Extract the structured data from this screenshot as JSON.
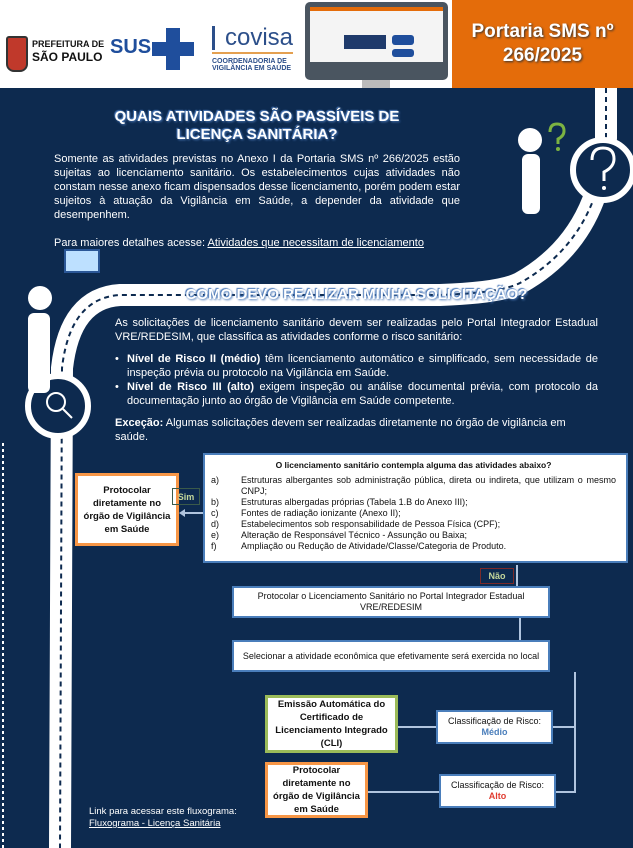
{
  "header": {
    "prefeitura": {
      "line1": "PREFEITURA DE",
      "line2": "SÃO PAULO"
    },
    "sus": "SUS",
    "covisa": {
      "name": "covisa",
      "line1": "COORDENADORIA DE",
      "line2": "VIGILÂNCIA EM SAÚDE"
    },
    "portaria": {
      "line1": "Portaria SMS nº",
      "line2": "266/2025"
    }
  },
  "section1": {
    "title": "QUAIS ATIVIDADES SÃO PASSÍVEIS DE LICENÇA SANITÁRIA?",
    "body": "Somente as atividades previstas no Anexo I da Portaria SMS nº 266/2025 estão sujeitas ao licenciamento sanitário. Os estabelecimentos cujas atividades não constam nesse anexo ficam dispensados desse licenciamento, porém podem estar sujeitos à atuação da Vigilância em Saúde, a depender da atividade que desempenhem.",
    "details_prefix": "Para maiores detalhes acesse: ",
    "details_link": "Atividades que necessitam de licenciamento"
  },
  "section2": {
    "title": "COMO DEVO REALIZAR MINHA SOLICITAÇÃO?",
    "body": "As solicitações de licenciamento sanitário devem ser realizadas pelo Portal Integrador Estadual VRE/REDESIM, que classifica as atividades conforme o risco sanitário:",
    "bullets": [
      {
        "bold": "Nível de Risco II (médio)",
        "text": " têm licenciamento automático e simplificado, sem necessidade de inspeção prévia ou protocolo na Vigilância em Saúde."
      },
      {
        "bold": "Nível de Risco III (alto)",
        "text": " exigem inspeção ou análise documental prévia, com protocolo da documentação junto ao órgão de Vigilância em Saúde competente."
      }
    ],
    "exception_bold": "Exceção:",
    "exception_text": " Algumas solicitações devem ser realizadas diretamente no órgão de vigilância em saúde."
  },
  "flow": {
    "question": "O licenciamento sanitário contempla alguma das atividades abaixo?",
    "items": [
      {
        "k": "a)",
        "t": "Estruturas albergantes sob administração pública, direta ou indireta, que utilizam o mesmo CNPJ;"
      },
      {
        "k": "b)",
        "t": "Estruturas albergadas próprias (Tabela 1.B do Anexo III);"
      },
      {
        "k": "c)",
        "t": "Fontes de radiação ionizante (Anexo II);"
      },
      {
        "k": "d)",
        "t": "Estabelecimentos sob responsabilidade de Pessoa Física (CPF);"
      },
      {
        "k": "e)",
        "t": "Alteração de Responsável Técnico - Assunção ou Baixa;"
      },
      {
        "k": "f)",
        "t": "Ampliação ou Redução de Atividade/Classe/Categoria de Produto."
      }
    ],
    "sim": "Sim",
    "nao": "Não",
    "protocolar_direto": "Protocolar diretamente no órgão de Vigilância em Saúde",
    "step1": "Protocolar o Licenciamento Sanitário no Portal Integrador Estadual VRE/REDESIM",
    "step2": "Selecionar a atividade econômica que efetivamente será exercida no local",
    "risk_label": "Classificação de Risco:",
    "medio": "Médio",
    "alto": "Alto",
    "cli": "Emissão Automática do Certificado de Licenciamento Integrado (CLI)",
    "protocolar_alto": "Protocolar diretamente no órgão de Vigilância em Saúde",
    "link_prefix": "Link para acessar este fluxograma:",
    "link": "Fluxograma - Licença Sanitária"
  },
  "colors": {
    "navy": "#0d2a4f",
    "orange": "#e46c0a",
    "blue": "#4a7ebb",
    "green": "#9bbb59",
    "alto": "#e03c31",
    "medio": "#4a7ebb"
  }
}
